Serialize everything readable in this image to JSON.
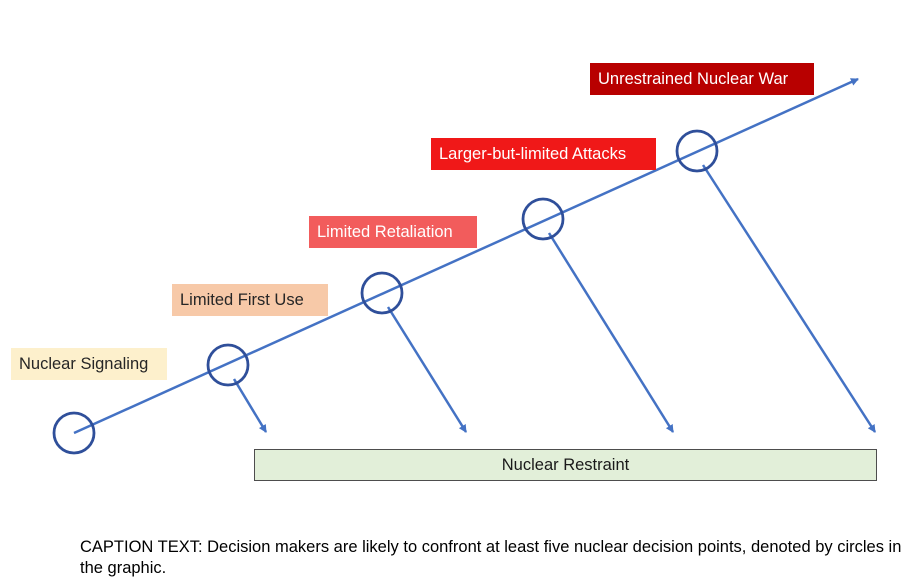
{
  "diagram": {
    "stages": [
      {
        "label": "Nuclear Signaling",
        "bg": "#fdf0cc",
        "color": "#262626"
      },
      {
        "label": "Limited First Use",
        "bg": "#f7c9a8",
        "color": "#262626"
      },
      {
        "label": "Limited Retaliation",
        "bg": "#f25c5c",
        "color": "#ffffff"
      },
      {
        "label": "Larger-but-limited Attacks",
        "bg": "#f01818",
        "color": "#ffffff"
      },
      {
        "label": "Unrestrained Nuclear War",
        "bg": "#b80000",
        "color": "#ffffff"
      }
    ],
    "restraint": {
      "label": "Nuclear Restraint",
      "bg": "#e2efd9"
    },
    "colors": {
      "arrow": "#4472c4",
      "circle": "#2f4f9a"
    }
  },
  "caption": "CAPTION TEXT: Decision makers are likely to confront at least five nuclear decision points, denoted by circles in the graphic."
}
